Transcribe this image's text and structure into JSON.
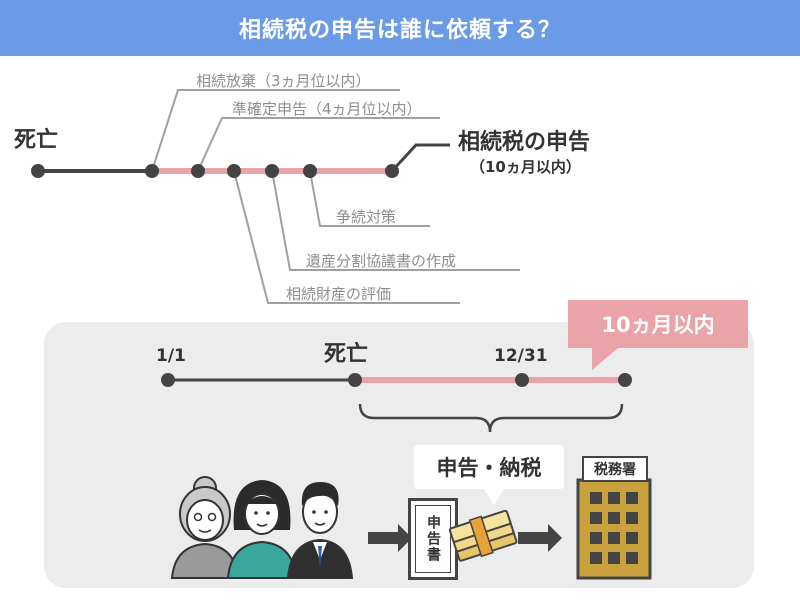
{
  "title": "相続税の申告は誰に依頼する？",
  "colors": {
    "title_bar": "#6b9be6",
    "highlight": "#eaa4a8",
    "timeline_dot": "#444444",
    "panel": "#ececec",
    "muted_text": "#8e8e8e"
  },
  "timeline": {
    "death_label": "死亡",
    "tasks_above": [
      "相続放棄（3ヵ月位以内）",
      "準確定申告（4ヵ月位以内）"
    ],
    "tasks_below": [
      "争続対策",
      "遺産分割協議書の作成",
      "相続財産の評価"
    ],
    "goal_title": "相続税の申告",
    "goal_deadline": "（10ヵ月以内）"
  },
  "panel": {
    "period_tag": "10ヵ月以内",
    "start_label": "1/1",
    "death_label": "死亡",
    "year_end_label": "12/31",
    "callout": "申告・納税",
    "document_label": "申告書",
    "tax_office_label": "税務署",
    "icons": [
      "grandmother-icon",
      "woman-icon",
      "man-icon",
      "document-icon",
      "money-icon",
      "tax-office-icon"
    ]
  }
}
